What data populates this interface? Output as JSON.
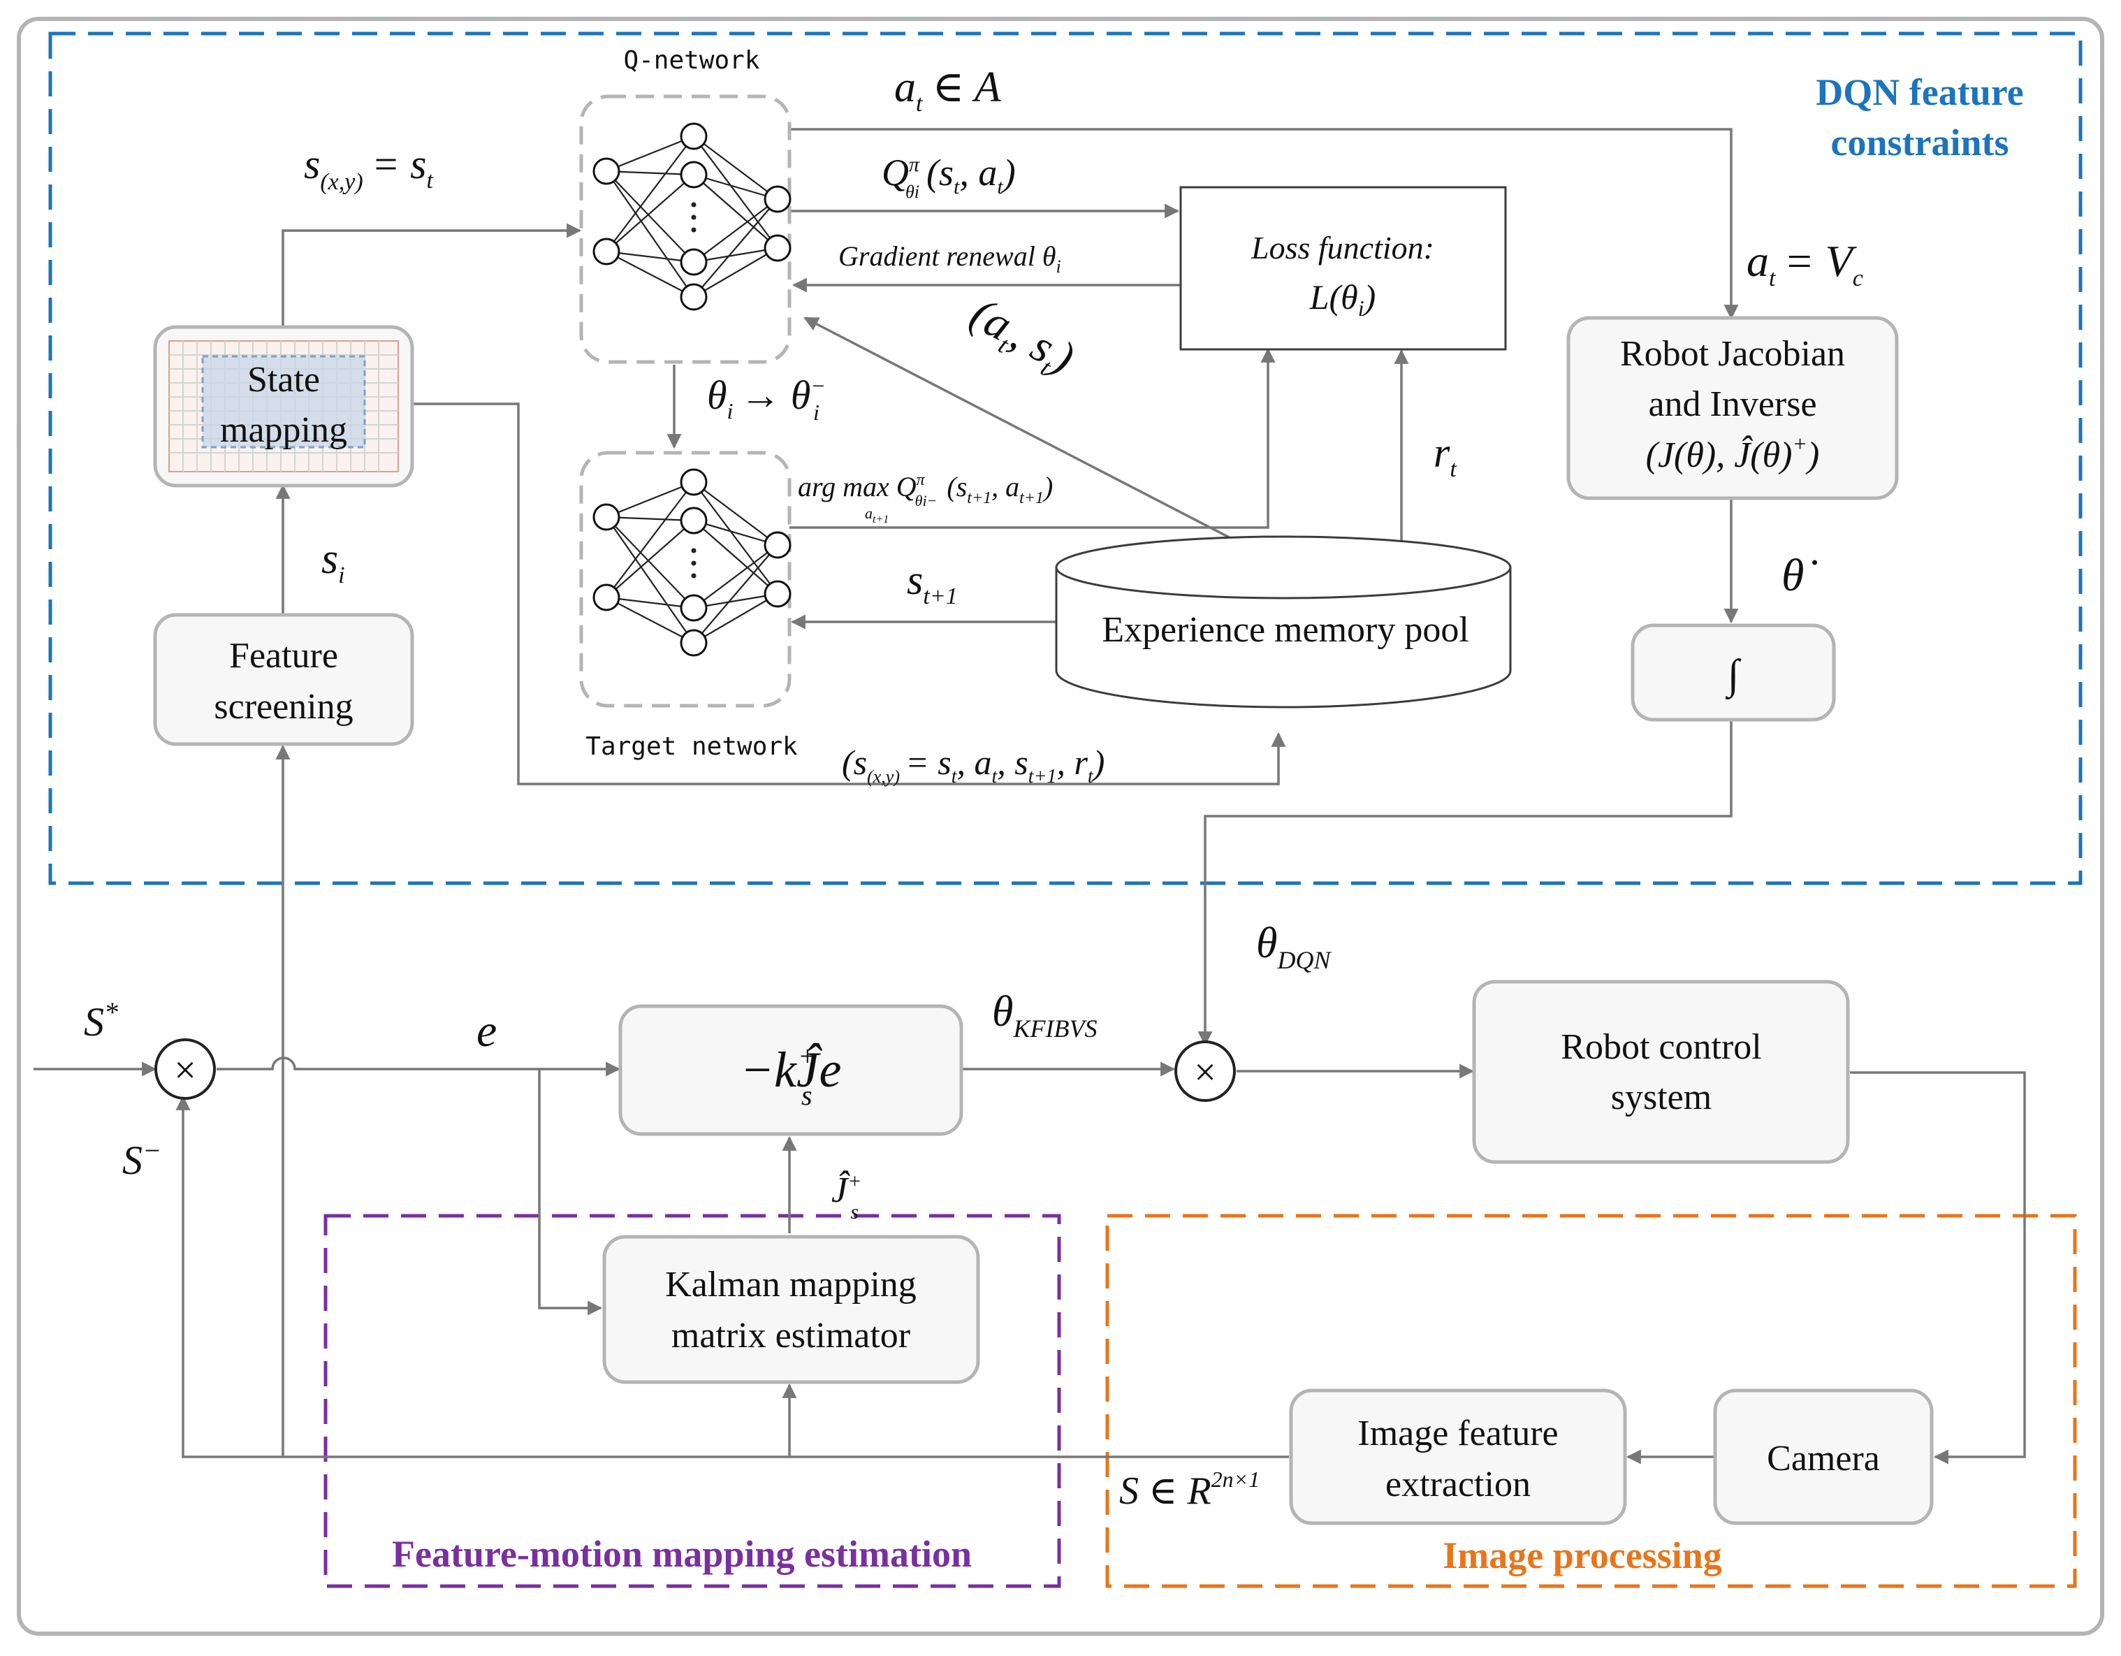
{
  "colors": {
    "dqn_frame": "#1c74bc",
    "mapping_frame": "#7a2fa0",
    "image_frame": "#e8751a",
    "block_fill": "#f7f7f7",
    "block_stroke": "#b4b4b4",
    "arrow": "#777777"
  },
  "regions": {
    "dqn_line1": "DQN feature",
    "dqn_line2": "constraints",
    "mapping": "Feature-motion mapping estimation",
    "image": "Image processing"
  },
  "blocks": {
    "state_mapping": [
      "State",
      "mapping"
    ],
    "feature_screening": [
      "Feature",
      "screening"
    ],
    "loss_line1": "Loss function:",
    "loss_line2": "L(θ",
    "loss_sub": "i",
    "loss_end": ")",
    "jacobian_line1": "Robot Jacobian",
    "jacobian_line2": "and Inverse",
    "jacobian_line3": "(J(θ), Ĵ(θ)",
    "jacobian_sup": "+",
    "jacobian_end": ")",
    "integrator": "∫",
    "experience_pool": "Experience memory pool",
    "controller_main": "−kĴ",
    "controller_sub": "s",
    "controller_sup": "+",
    "controller_end": "e",
    "robot_control": [
      "Robot control",
      "system"
    ],
    "kalman": [
      "Kalman mapping",
      "matrix estimator"
    ],
    "image_feature": [
      "Image feature",
      "extraction"
    ],
    "camera": "Camera"
  },
  "networks": {
    "q_network": "Q-network",
    "target_network": "Target network"
  },
  "labels": {
    "s_xy": "s",
    "s_xy_sub": "(x,y)",
    "s_xy_eq": "= s",
    "s_xy_t": "t",
    "action": "a",
    "action_sub": "t",
    "action_in": "∈ A",
    "q_value": "Q",
    "q_value_sup": "π",
    "q_value_sub": "θi",
    "q_value_args": "(s",
    "q_value_args_sub1": "t",
    "q_value_args_mid": ", a",
    "q_value_args_sub2": "t",
    "q_value_args_end": ")",
    "gradient": "Gradient renewal θ",
    "gradient_sub": "i",
    "theta_copy": "θ",
    "theta_copy_sub": "i",
    "theta_copy_arrow": "→ θ",
    "theta_copy_sup": "−",
    "theta_copy_sub2": "i",
    "argmax": "arg max Q",
    "argmax_sup": "π",
    "argmax_sub": "θi−",
    "argmax_args": "(s",
    "argmax_args_sub1": "t+1",
    "argmax_args_mid": ", a",
    "argmax_args_sub2": "t+1",
    "argmax_args_end": ")",
    "argmax_under": "a",
    "argmax_under_sub": "t+1",
    "a_s": "(a",
    "a_s_sub1": "t",
    "a_s_mid": ", s",
    "a_s_sub2": "t",
    "a_s_end": ")",
    "r": "r",
    "r_sub": "t",
    "s_next": "s",
    "s_next_sub": "t+1",
    "tuple": "(s",
    "tuple_sub1": "(x,y)",
    "tuple_mid1": "= s",
    "tuple_sub2": "t",
    "tuple_mid2": ", a",
    "tuple_sub3": "t",
    "tuple_mid3": ", s",
    "tuple_sub4": "t+1",
    "tuple_mid4": ", r",
    "tuple_sub5": "t",
    "tuple_end": ")",
    "at_vc": "a",
    "at_vc_sub": "t",
    "at_vc_eq": "= V",
    "at_vc_sub2": "c",
    "theta_dot": "θ̇",
    "s_i": "s",
    "s_i_sub": "i",
    "theta_dqn": "θ",
    "theta_dqn_sub": "DQN",
    "theta_kfibvs": "θ",
    "theta_kfibvs_sub": "KFIBVS",
    "s_star": "S",
    "s_star_sup": "*",
    "s_minus": "S",
    "s_minus_sup": "−",
    "e": "e",
    "j_hat": "Ĵ",
    "j_hat_sub": "s",
    "j_hat_sup": "+",
    "s_space": "S ∈ R",
    "s_space_sup": "2n×1",
    "multiply": "×"
  }
}
